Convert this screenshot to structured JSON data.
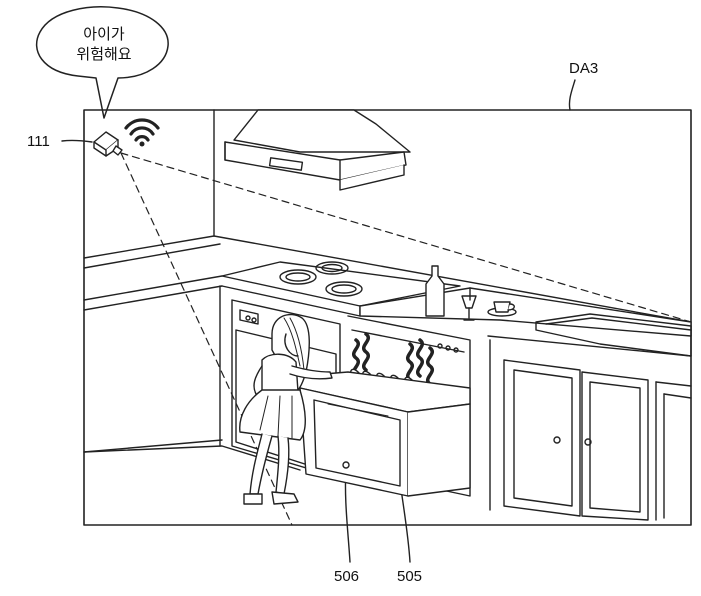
{
  "figure": {
    "bubble_line1": "아이가",
    "bubble_line2": "위험해요",
    "label_camera": "111",
    "label_area": "DA3",
    "label_handle": "506",
    "label_dishwasher": "505"
  },
  "icons": {
    "speech": "speech-bubble-icon",
    "wifi": "wifi-icon",
    "camera": "camera-icon"
  },
  "colors": {
    "line": "#222222",
    "fill": "#ffffff",
    "shade": "#e6e6e6"
  }
}
